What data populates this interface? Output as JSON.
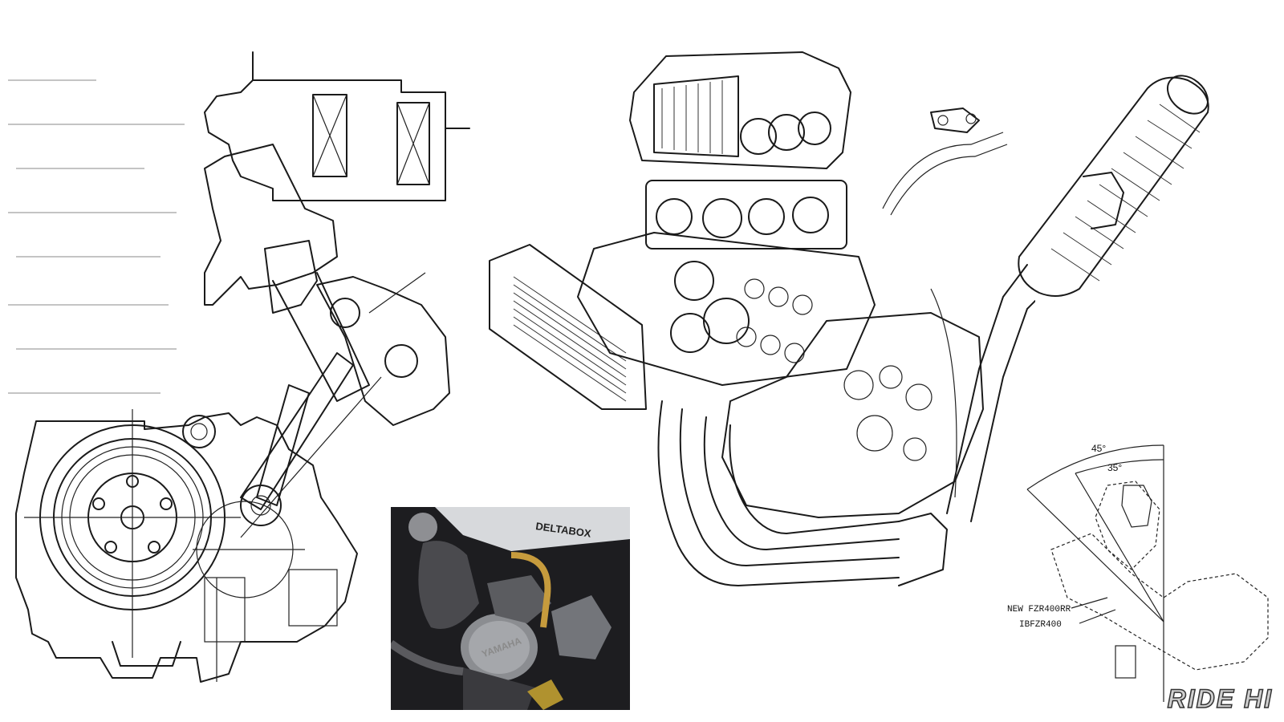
{
  "inset_photo": {
    "frame_text": "DELTABOX",
    "cover_logo": "YAMAHA"
  },
  "angle_diagram": {
    "angle_outer": "45°",
    "angle_inner": "35°",
    "legend": [
      "NEW FZR400RR",
      "IBFZR400"
    ]
  },
  "watermark": "RIDE HI"
}
